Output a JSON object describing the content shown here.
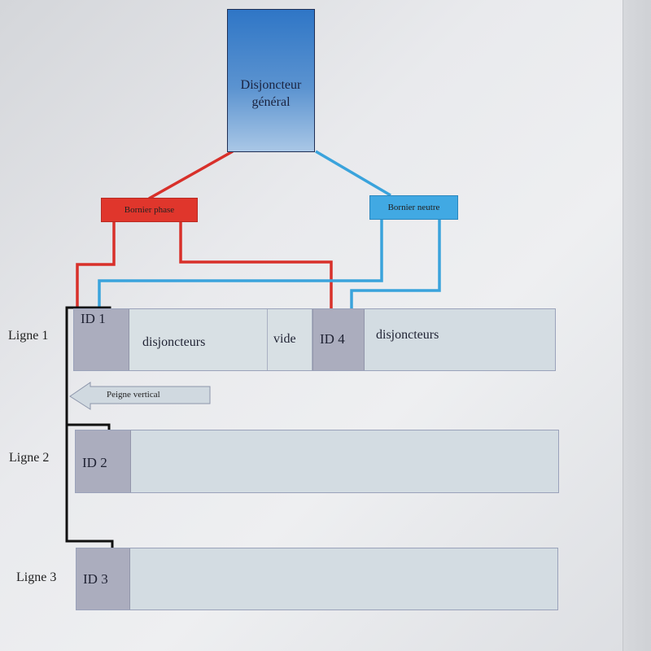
{
  "general_breaker": {
    "line1": "Disjoncteur",
    "line2": "général"
  },
  "terminals": {
    "phase": "Bornier phase",
    "neutral": "Bornier neutre"
  },
  "vertical_comb": "Peigne vertical",
  "rows": [
    {
      "label": "Ligne 1",
      "id": "ID 1",
      "cells": [
        "disjoncteurs",
        "vide"
      ],
      "id2": "ID 4",
      "cell2": "disjoncteurs"
    },
    {
      "label": "Ligne 2",
      "id": "ID 2"
    },
    {
      "label": "Ligne 3",
      "id": "ID 3"
    }
  ],
  "colors": {
    "phase": "#d8302a",
    "neutral": "#3aa3dc",
    "comb": "#111111",
    "breaker": "#3b7fcb"
  }
}
